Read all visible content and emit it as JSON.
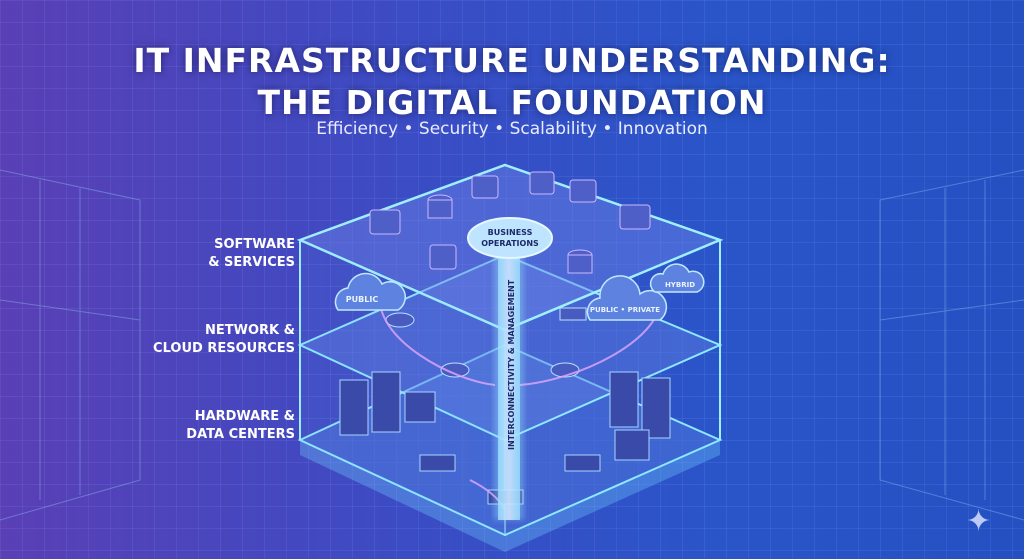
{
  "title_line1": "IT INFRASTRUCTURE UNDERSTANDING:",
  "title_line2": "THE DIGITAL FOUNDATION",
  "subtitle": "Efficiency • Security • Scalability • Innovation",
  "layers": [
    {
      "line1": "SOFTWARE",
      "line2": "& SERVICES"
    },
    {
      "line1": "NETWORK &",
      "line2": "CLOUD RESOURCES"
    },
    {
      "line1": "HARDWARE &",
      "line2": "DATA CENTERS"
    }
  ],
  "hub_line1": "BUSINESS",
  "hub_line2": "OPERATIONS",
  "pillar_label": "INTERCONNECTIVITY & MANAGEMENT",
  "clouds": {
    "left": "PUBLIC",
    "right": "PUBLIC • PRIVATE",
    "hybrid": "HYBRID"
  },
  "colors": {
    "glow": "#7fe0ff",
    "accent": "#c89bff"
  }
}
